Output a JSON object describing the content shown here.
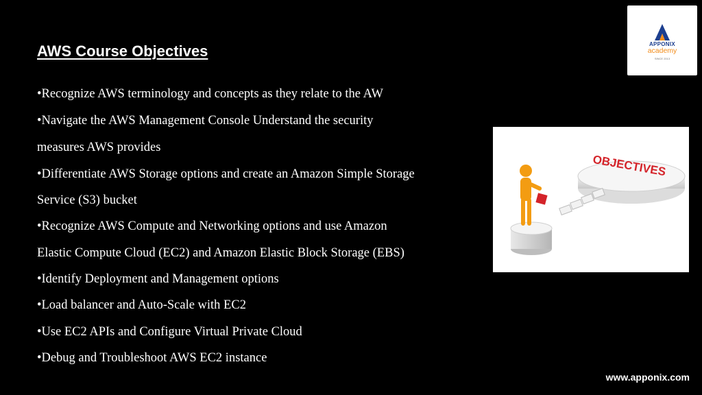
{
  "slide": {
    "title": "AWS Course Objectives",
    "bullet_lines": [
      "•Recognize AWS terminology and concepts as they relate to the AW",
      "•Navigate the AWS Management Console Understand the security",
      "measures AWS provides",
      "•Differentiate AWS Storage options and create an Amazon Simple Storage",
      "Service (S3) bucket",
      "•Recognize AWS Compute and Networking options and use Amazon",
      "Elastic Compute Cloud (EC2) and Amazon Elastic Block Storage (EBS)",
      "•Identify Deployment and Management options",
      "•Load balancer and Auto-Scale with EC2",
      "•Use EC2 APIs and Configure Virtual Private Cloud",
      "•Debug and Troubleshoot AWS EC2 instance"
    ],
    "website": "www.apponix.com"
  },
  "logo": {
    "name": "APPONIX",
    "sub": "academy",
    "since": "SINCE 2013"
  },
  "image": {
    "sign_text": "OBJECTIVES"
  },
  "colors": {
    "background": "#000000",
    "text": "#ffffff",
    "logo_blue": "#1d3f8f",
    "logo_orange": "#f28c1a",
    "sign_red": "#d4242a",
    "figure_orange": "#f39c12"
  }
}
